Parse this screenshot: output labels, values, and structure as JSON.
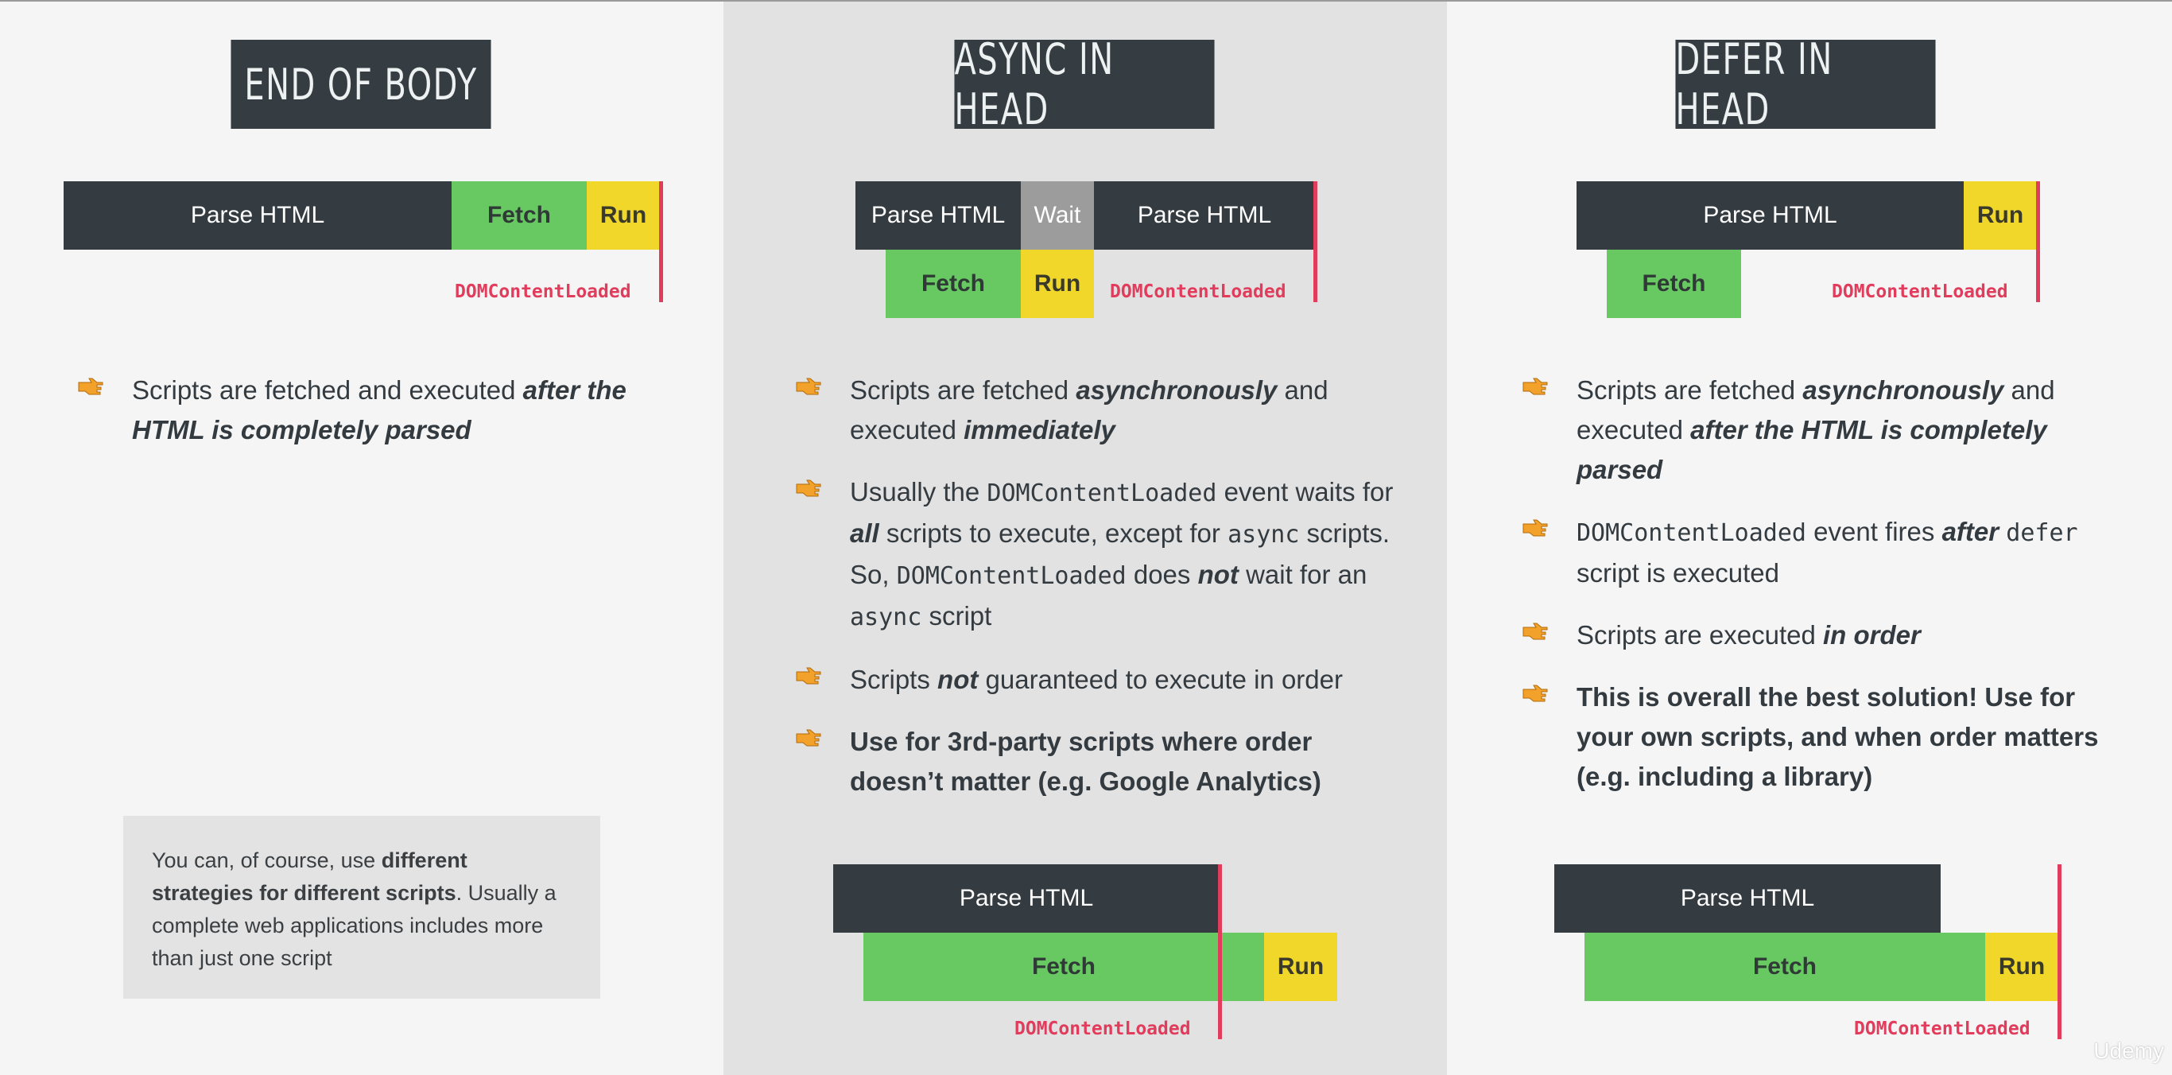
{
  "columns": [
    {
      "title": "END OF BODY",
      "diagram": {
        "parse": "Parse HTML",
        "fetch": "Fetch",
        "run": "Run",
        "dcl": "DOMContentLoaded"
      },
      "bullets": [
        {
          "parts": [
            "Scripts are fetched and executed ",
            "after the HTML is completely parsed"
          ]
        }
      ],
      "note": {
        "p1": "You can, of course, use ",
        "b": "different strategies for different scripts",
        "p2": ". Usually a complete web applications includes more than just one script"
      }
    },
    {
      "title": "ASYNC IN HEAD",
      "diagram": {
        "parse1": "Parse HTML",
        "wait": "Wait",
        "parse2": "Parse HTML",
        "fetch": "Fetch",
        "run": "Run",
        "dcl": "DOMContentLoaded"
      },
      "bullets": [
        {
          "parts": [
            "Scripts are fetched ",
            "asynchronously",
            " and executed ",
            "immediately"
          ]
        },
        {
          "parts": [
            "Usually the ",
            "DOMContentLoaded",
            " event waits for ",
            "all",
            " scripts to execute, except for ",
            "async",
            " scripts. So, ",
            "DOMContentLoaded",
            " does ",
            "not",
            " wait for an ",
            "async",
            " script"
          ]
        },
        {
          "parts": [
            "Scripts ",
            "not",
            " guaranteed to execute in order"
          ]
        },
        {
          "text": "Use for 3rd-party scripts where order doesn’t matter (e.g. Google Analytics)"
        }
      ],
      "diagram2": {
        "parse": "Parse HTML",
        "fetch": "Fetch",
        "run": "Run",
        "dcl": "DOMContentLoaded"
      }
    },
    {
      "title": "DEFER IN HEAD",
      "diagram": {
        "parse": "Parse HTML",
        "run": "Run",
        "fetch": "Fetch",
        "dcl": "DOMContentLoaded"
      },
      "bullets": [
        {
          "parts": [
            "Scripts are fetched ",
            "asynchronously",
            " and executed ",
            "after the HTML is completely parsed"
          ]
        },
        {
          "parts": [
            "DOMContentLoaded",
            " event fires ",
            "after",
            " ",
            "defer",
            " script is executed"
          ]
        },
        {
          "parts": [
            "Scripts are executed ",
            "in order"
          ]
        },
        {
          "text": "This is overall the best solution! Use for your own scripts, and when order matters (e.g. including a library)"
        }
      ],
      "diagram2": {
        "parse": "Parse HTML",
        "fetch": "Fetch",
        "run": "Run",
        "dcl": "DOMContentLoaded"
      }
    }
  ],
  "logo": "Udemy",
  "colors": {
    "highlight": "#e23c5c",
    "parse": "#343c41",
    "fetch": "#68c962",
    "run": "#f0d72a",
    "wait": "#9c9c9c"
  }
}
